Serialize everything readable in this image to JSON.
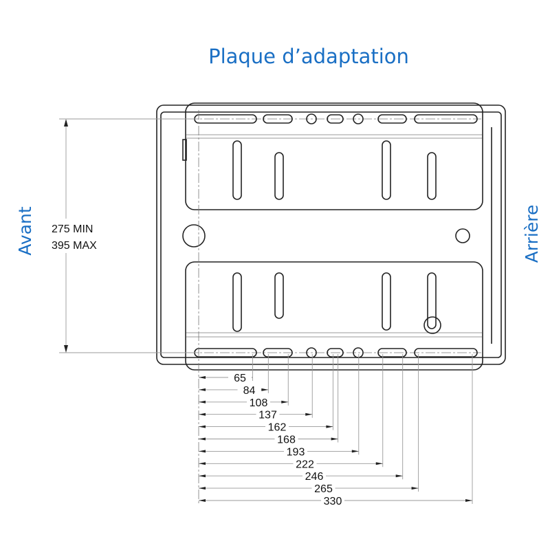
{
  "title": "Plaque d’adaptation",
  "side_labels": {
    "front": "Avant",
    "rear": "Arrière"
  },
  "height_range": {
    "min_label": "275 MIN",
    "max_label": "395 MAX"
  },
  "hole_dimensions": [
    65,
    84,
    108,
    137,
    162,
    168,
    193,
    222,
    246,
    265,
    330
  ],
  "colors": {
    "accent": "#1a6fc4",
    "line": "#222222"
  }
}
